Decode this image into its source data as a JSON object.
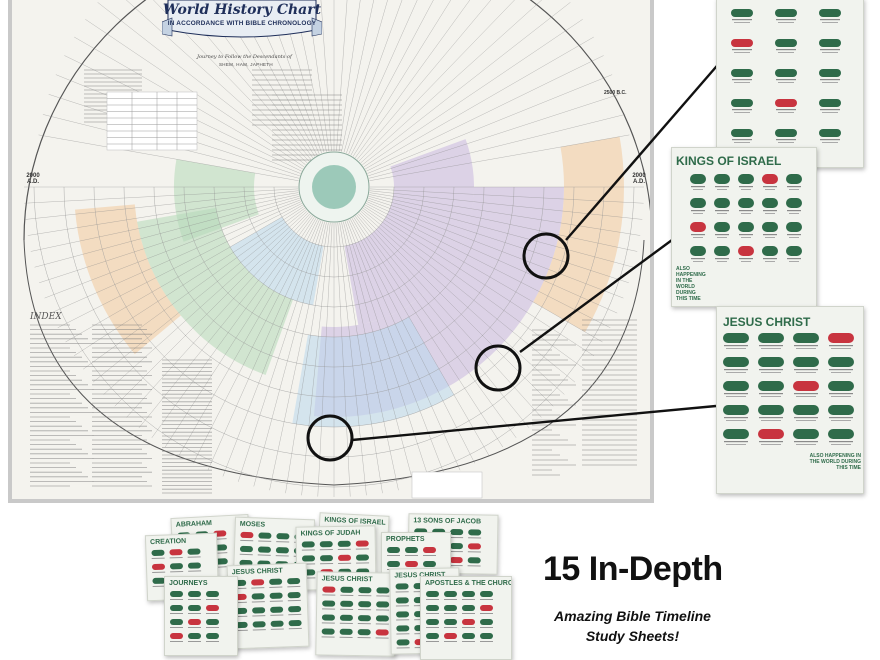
{
  "chart_poster": {
    "title": "World History Chart",
    "subtitle": "IN ACCORDANCE WITH BIBLE CHRONOLOGY",
    "tagline": "Journey to Follow the Descendants of",
    "author": "SHEM, HAM, JAPHETH",
    "index_label": "INDEX",
    "year_left": "2000 A.D.",
    "year_right": "2000 A.D.",
    "year_top_right": "2500 B.C."
  },
  "sheets": {
    "kings_of_israel": {
      "title": "KINGS OF ISRAEL",
      "side_note": "ALSO HAPPENING IN THE WORLD DURING THIS TIME"
    },
    "jesus_christ": {
      "title": "JESUS CHRIST",
      "side_note": "ALSO HAPPENING IN THE WORLD DURING THIS TIME"
    }
  },
  "thumbnails": [
    {
      "title": "ABRAHAM"
    },
    {
      "title": "CREATION"
    },
    {
      "title": "MOSES"
    },
    {
      "title": "KINGS OF ISRAEL"
    },
    {
      "title": "13 SONS OF JACOB"
    },
    {
      "title": "KINGS OF JUDAH"
    },
    {
      "title": "PROPHETS"
    },
    {
      "title": "JESUS CHRIST"
    },
    {
      "title": "JESUS CHRIST"
    },
    {
      "title": "JESUS CHRIST"
    },
    {
      "title": "APOSTLES & THE CHURCH"
    },
    {
      "title": "JOURNEYS"
    }
  ],
  "promo": {
    "headline": "15 In-Depth",
    "subline_1": "Amazing Bible Timeline",
    "subline_2": "Study Sheets!"
  },
  "colors": {
    "sheet_green": "#2f6b4a",
    "tag_red": "#c8343f",
    "band_purple": "#c9b7e0",
    "band_green": "#b5d9b8",
    "band_blue": "#b9d7ec",
    "band_orange": "#f2c99c"
  }
}
